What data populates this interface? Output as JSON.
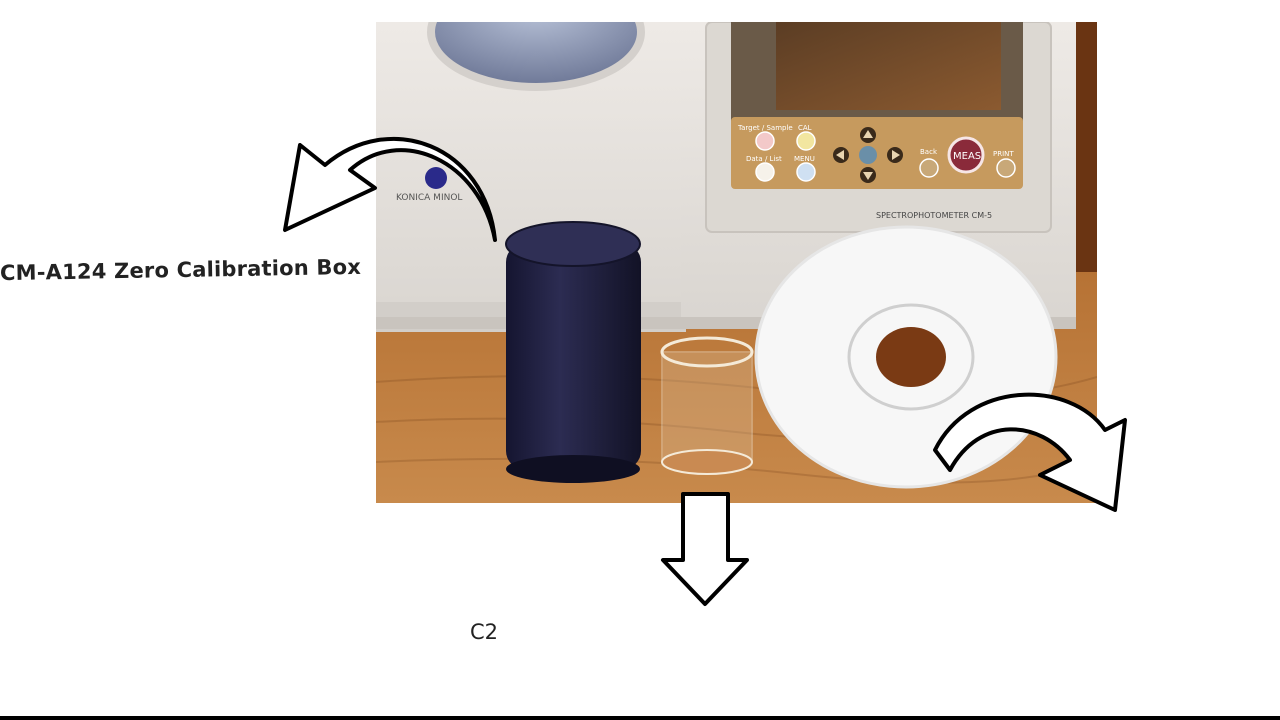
{
  "annotations": {
    "zero_calibration_label": "CM-A124 Zero Calibration Box",
    "tube_label": "C2"
  },
  "instrument": {
    "brand_text": "KONICA MINOL",
    "model_text": "SPECTROPHOTOMETER CM-5",
    "buttons": {
      "target_sample": "Target / Sample",
      "cal": "CAL",
      "data_list": "Data / List",
      "menu": "MENU",
      "back": "Back",
      "meas": "MEAS",
      "print": "PRINT"
    }
  },
  "colors": {
    "wood": "#b8733a",
    "instrument_body": "#e9e6e2",
    "panel": "#c69a5e",
    "cap_dark": "#1f1f3a",
    "accent_meas": "#8a2a3a"
  }
}
